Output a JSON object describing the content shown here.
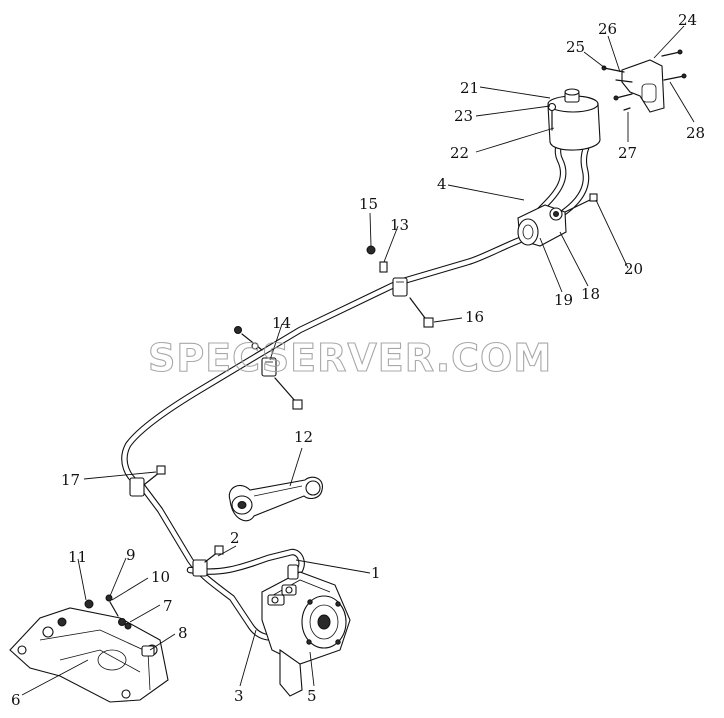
{
  "watermark": "SPECSERVER.COM",
  "callouts": [
    "1",
    "2",
    "3",
    "4",
    "5",
    "6",
    "7",
    "8",
    "9",
    "10",
    "11",
    "12",
    "13",
    "14",
    "15",
    "16",
    "17",
    "18",
    "19",
    "20",
    "21",
    "22",
    "23",
    "24",
    "25",
    "26",
    "27",
    "28"
  ]
}
